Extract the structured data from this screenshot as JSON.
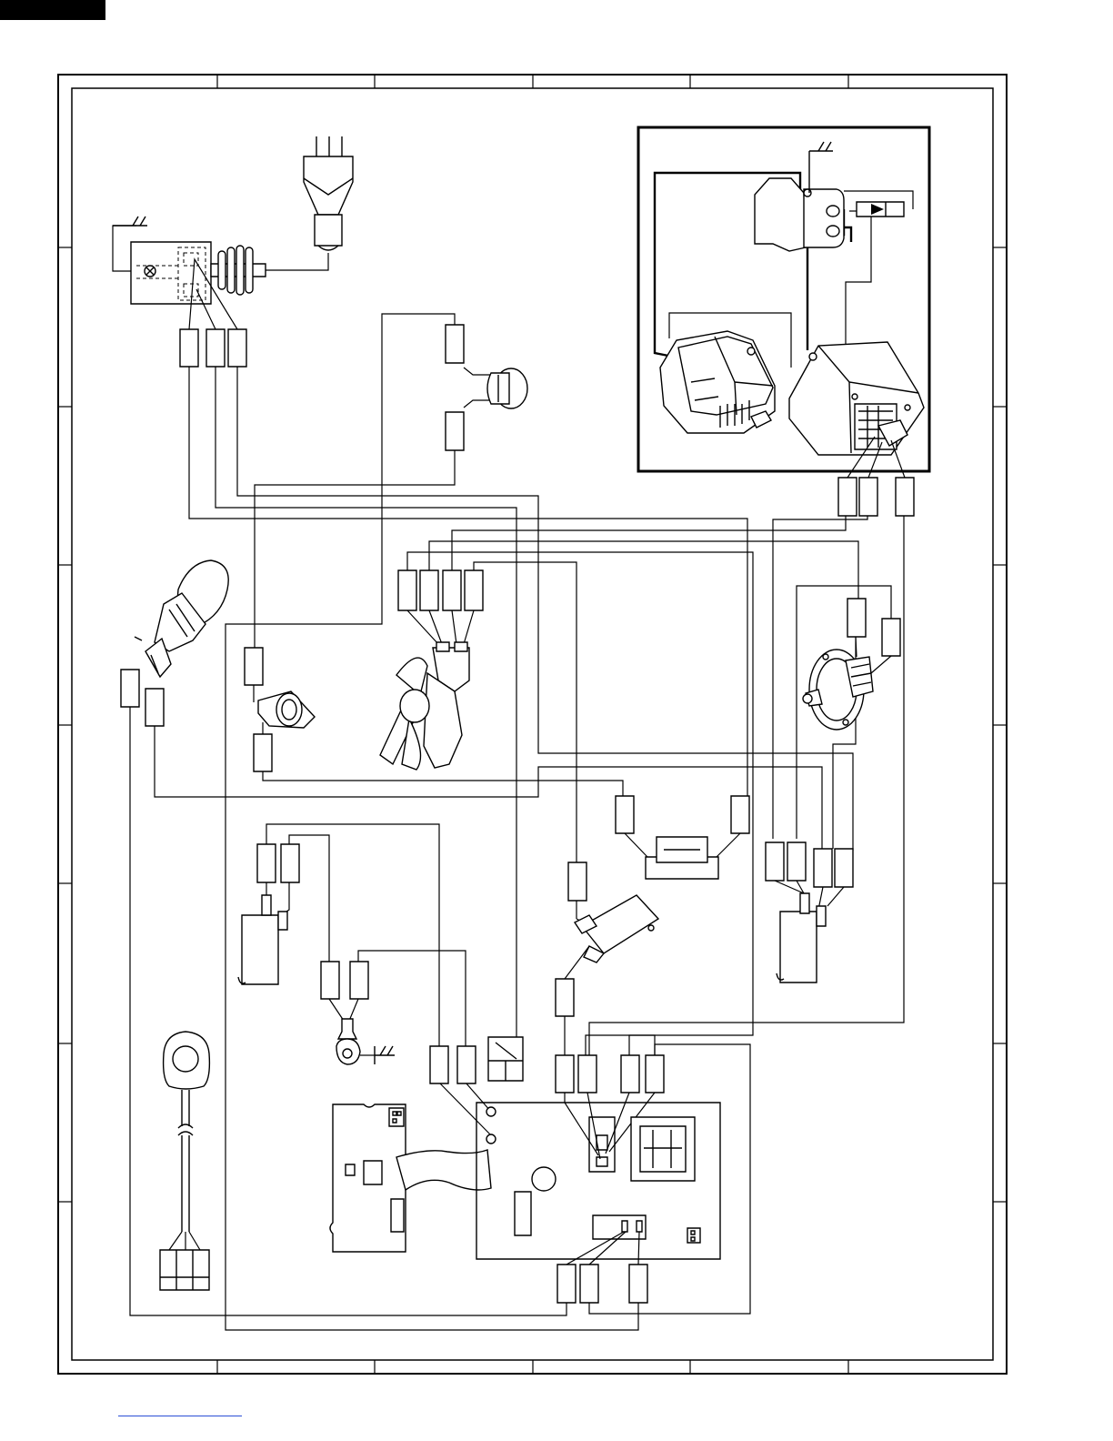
{
  "page": {
    "background": "#ffffff",
    "ink": "#000000",
    "link_color": "#2a4fd6"
  },
  "diagram": {
    "kind": "wiring-diagram",
    "printed_text": [],
    "components": [
      {
        "id": "power-cord-plug",
        "icon": "plug-icon"
      },
      {
        "id": "noise-filter",
        "icon": "noise-filter-icon"
      },
      {
        "id": "magnetron-thermal-cutout",
        "icon": "thermal-cutout-icon"
      },
      {
        "id": "cavity-thermal-cutout",
        "icon": "thermal-cutout-icon"
      },
      {
        "id": "oven-lamp",
        "icon": "lamp-icon"
      },
      {
        "id": "fan-motor",
        "icon": "fan-motor-icon"
      },
      {
        "id": "turntable-motor",
        "icon": "turntable-motor-icon"
      },
      {
        "id": "high-voltage-transformer",
        "icon": "transformer-icon"
      },
      {
        "id": "magnetron",
        "icon": "magnetron-icon"
      },
      {
        "id": "high-voltage-capacitor",
        "icon": "capacitor-icon"
      },
      {
        "id": "high-voltage-diode",
        "icon": "diode-icon"
      },
      {
        "id": "door-switch-left",
        "icon": "switch-icon"
      },
      {
        "id": "door-switch-right",
        "icon": "switch-icon"
      },
      {
        "id": "monitor-switch",
        "icon": "switch-icon"
      },
      {
        "id": "door-sensing-switch",
        "icon": "switch-icon"
      },
      {
        "id": "ground-terminal",
        "icon": "ground-terminal-icon"
      },
      {
        "id": "relay",
        "icon": "relay-icon"
      },
      {
        "id": "control-panel",
        "icon": "control-panel-icon"
      },
      {
        "id": "control-board",
        "icon": "pcb-icon"
      },
      {
        "id": "humidity-sensor",
        "icon": "sensor-icon"
      }
    ]
  }
}
